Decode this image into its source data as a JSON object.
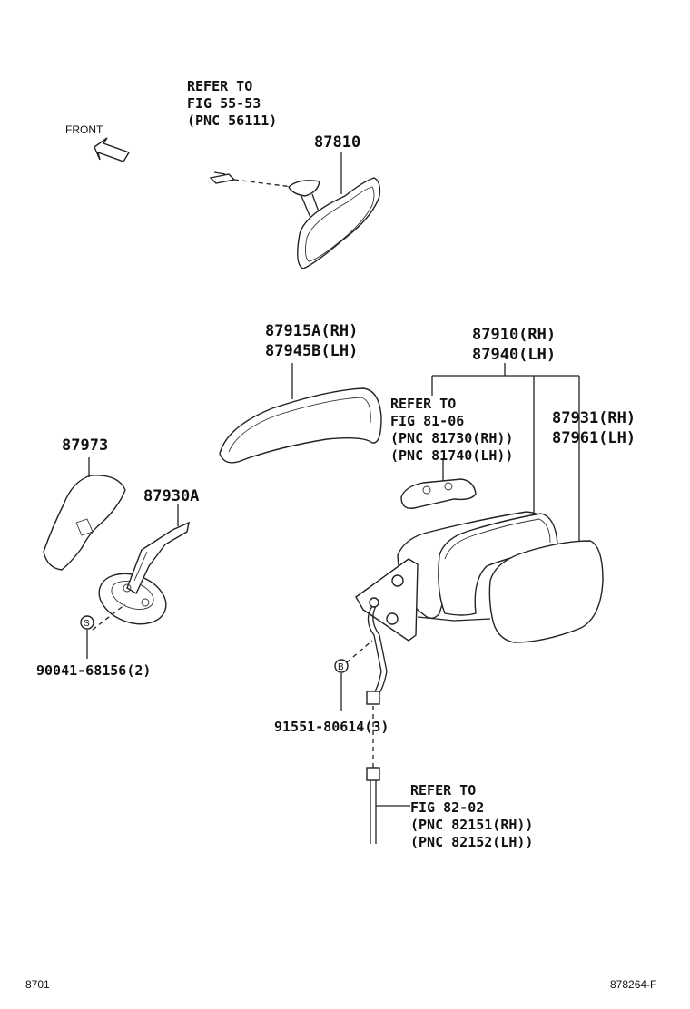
{
  "front_label": "FRONT",
  "inner_mirror": {
    "refer_line1": "REFER TO",
    "refer_line2": "FIG 55-53",
    "refer_line3": "(PNC 56111)",
    "part_no": "87810"
  },
  "mirror_cover": {
    "line1": "87915A(RH)",
    "line2": "87945B(LH)"
  },
  "outer_mirror": {
    "line1": "87910(RH)",
    "line2": "87940(LH)"
  },
  "outer_refer": {
    "line1": "REFER TO",
    "line2": "FIG 81-06",
    "line3": "(PNC 81730(RH))",
    "line4": "(PNC 81740(LH))"
  },
  "mirror_glass": {
    "line1": "87931(RH)",
    "line2": "87961(LH)"
  },
  "garnish": {
    "part_no": "87973"
  },
  "bracket": {
    "part_no": "87930A"
  },
  "screw": {
    "symbol": "S",
    "part_no": "90041-68156(2)"
  },
  "bolt": {
    "symbol": "B",
    "part_no": "91551-80614(3)"
  },
  "wire_refer": {
    "line1": "REFER TO",
    "line2": "FIG 82-02",
    "line3": "(PNC 82151(RH))",
    "line4": "(PNC 82152(LH))"
  },
  "footer": {
    "left": "8701",
    "right": "878264-F"
  }
}
